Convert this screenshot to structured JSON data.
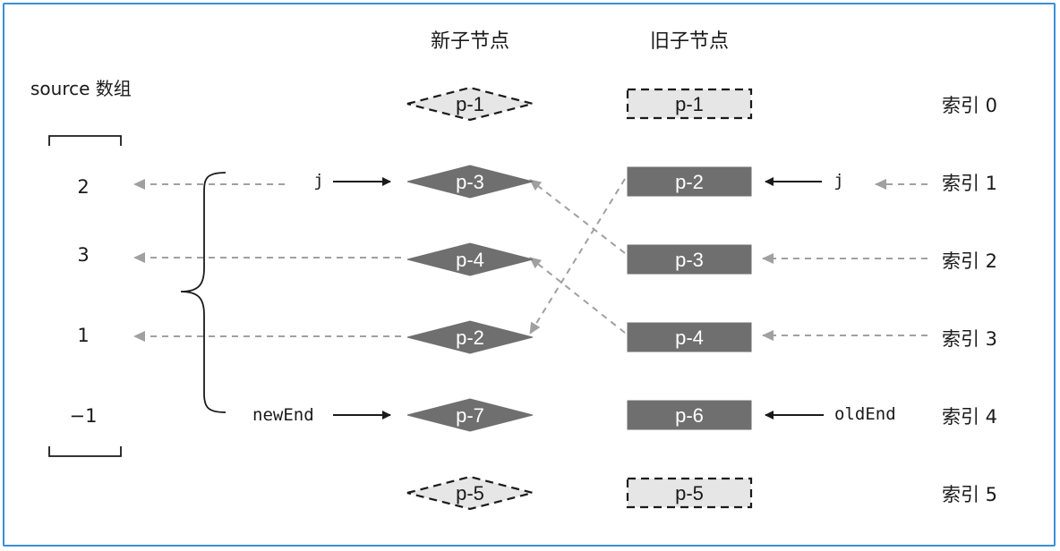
{
  "headers": {
    "new": "新子节点",
    "old": "旧子节点",
    "source": "source 数组"
  },
  "new_nodes": [
    {
      "label": "p-1",
      "state": "dashed"
    },
    {
      "label": "p-3",
      "state": "solid"
    },
    {
      "label": "p-4",
      "state": "solid"
    },
    {
      "label": "p-2",
      "state": "solid"
    },
    {
      "label": "p-7",
      "state": "solid"
    },
    {
      "label": "p-5",
      "state": "dashed"
    }
  ],
  "old_nodes": [
    {
      "label": "p-1",
      "state": "dashed"
    },
    {
      "label": "p-2",
      "state": "solid"
    },
    {
      "label": "p-3",
      "state": "solid"
    },
    {
      "label": "p-4",
      "state": "solid"
    },
    {
      "label": "p-6",
      "state": "solid"
    },
    {
      "label": "p-5",
      "state": "dashed"
    }
  ],
  "indices": [
    "索引 0",
    "索引 1",
    "索引 2",
    "索引 3",
    "索引 4",
    "索引 5"
  ],
  "source_values": [
    "2",
    "3",
    "1",
    "−1"
  ],
  "pointers": {
    "j_new": "j",
    "j_old": "j",
    "new_end": "newEnd",
    "old_end": "oldEnd"
  },
  "colors": {
    "node_fill": "#6f6f6f",
    "node_dashed_fill": "#e6e6e6",
    "dashed_arrow": "#a0a0a0",
    "frame": "#3a8fd6"
  }
}
